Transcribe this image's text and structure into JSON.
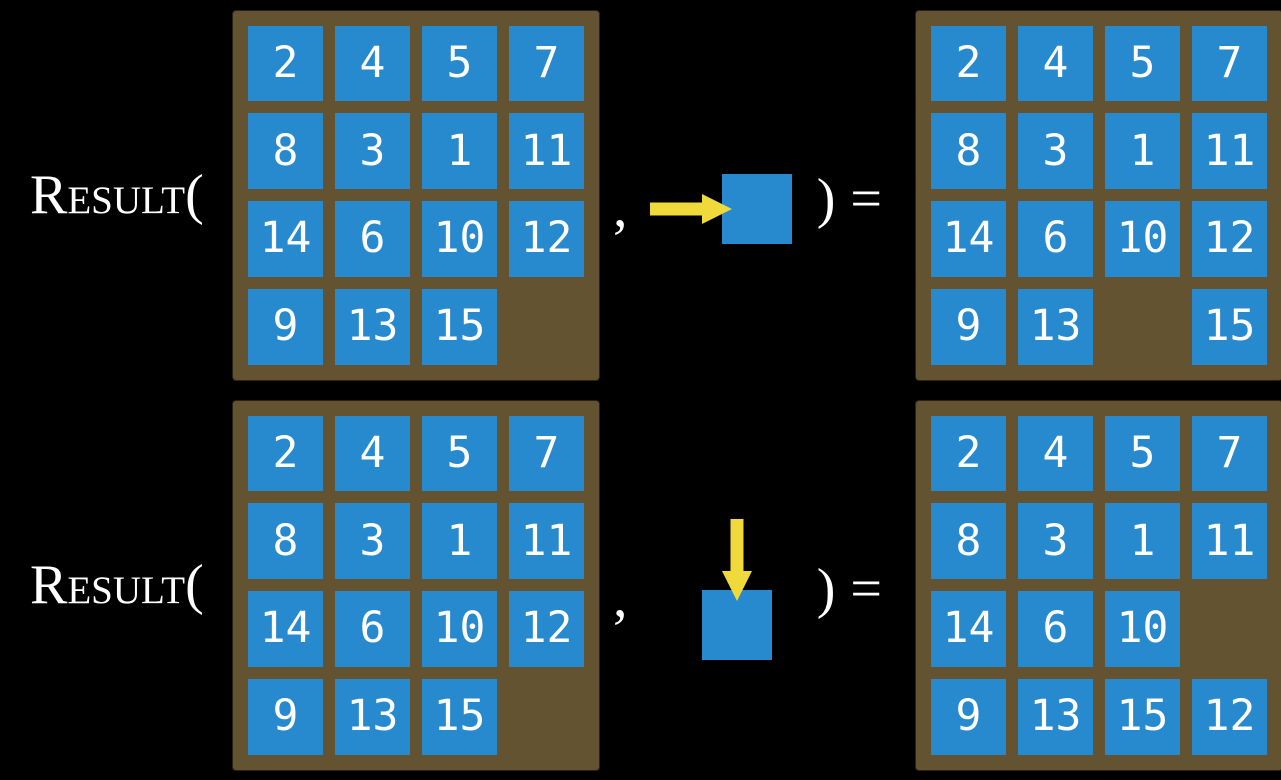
{
  "colors": {
    "background": "#000000",
    "tile_blue": "#2789ce",
    "frame_brown": "#645331",
    "arrow_yellow": "#efd93b",
    "text_white": "#ffffff"
  },
  "rows": [
    {
      "function_name": "Result",
      "open_paren": "(",
      "comma": ",",
      "close_paren": ")",
      "equals": "=",
      "action": {
        "direction": "right",
        "icon": "right-arrow-into-blank-tile"
      },
      "input_board": {
        "grid": [
          [
            "2",
            "4",
            "5",
            "7"
          ],
          [
            "8",
            "3",
            "1",
            "11"
          ],
          [
            "14",
            "6",
            "10",
            "12"
          ],
          [
            "9",
            "13",
            "15",
            ""
          ]
        ]
      },
      "output_board": {
        "grid": [
          [
            "2",
            "4",
            "5",
            "7"
          ],
          [
            "8",
            "3",
            "1",
            "11"
          ],
          [
            "14",
            "6",
            "10",
            "12"
          ],
          [
            "9",
            "13",
            "",
            "15"
          ]
        ]
      }
    },
    {
      "function_name": "Result",
      "open_paren": "(",
      "comma": ",",
      "close_paren": ")",
      "equals": "=",
      "action": {
        "direction": "down",
        "icon": "down-arrow-into-blank-tile"
      },
      "input_board": {
        "grid": [
          [
            "2",
            "4",
            "5",
            "7"
          ],
          [
            "8",
            "3",
            "1",
            "11"
          ],
          [
            "14",
            "6",
            "10",
            "12"
          ],
          [
            "9",
            "13",
            "15",
            ""
          ]
        ]
      },
      "output_board": {
        "grid": [
          [
            "2",
            "4",
            "5",
            "7"
          ],
          [
            "8",
            "3",
            "1",
            "11"
          ],
          [
            "14",
            "6",
            "10",
            ""
          ],
          [
            "9",
            "13",
            "15",
            "12"
          ]
        ]
      }
    }
  ]
}
